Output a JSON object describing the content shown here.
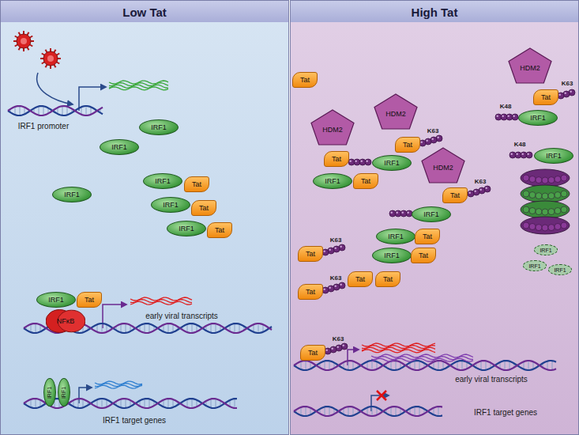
{
  "diagram": {
    "nodes": [
      {
        "text": [
          "Low Tat"
        ]
      },
      {
        "text": [
          "High Tat"
        ]
      },
      {
        "text": [
          "IRF1"
        ],
        "in": 0
      },
      {
        "text": [
          "IRF1"
        ],
        "in": 0
      },
      {
        "text": [
          "IRF1"
        ],
        "in": 0
      },
      {
        "text": [
          "Tat"
        ],
        "in": 0
      },
      {
        "text": [
          "IRF1"
        ],
        "in": 0
      },
      {
        "text": [
          "IRF1"
        ],
        "in": 0
      },
      {
        "text": [
          "Tat"
        ],
        "in": 0
      },
      {
        "text": [
          "IRF1"
        ],
        "in": 0
      },
      {
        "text": [
          "Tat"
        ],
        "in": 0
      },
      {
        "text": [
          "IRF1"
        ],
        "in": 0
      },
      {
        "text": [
          "Tat"
        ],
        "in": 0
      },
      {
        "text": [
          "NFκB"
        ],
        "in": 0
      },
      {
        "text": [
          "IRF1"
        ],
        "in": 0
      },
      {
        "text": [
          "IRF1"
        ],
        "in": 0
      },
      {
        "text": [
          "Tat"
        ],
        "in": 1
      },
      {
        "text": [
          "HDM2"
        ],
        "in": 1
      },
      {
        "text": [
          "HDM2"
        ],
        "in": 1
      },
      {
        "text": [
          "HDM2"
        ],
        "in": 1
      },
      {
        "text": [
          "Tat"
        ],
        "in": 1
      },
      {
        "text": [
          "IRF1"
        ],
        "in": 1
      },
      {
        "text": [
          "Tat"
        ],
        "in": 1
      },
      {
        "text": [
          "Tat"
        ],
        "in": 1
      },
      {
        "text": [
          "IRF1"
        ],
        "in": 1
      },
      {
        "text": [
          "IRF1"
        ],
        "in": 1
      },
      {
        "text": [
          "Tat"
        ],
        "in": 1
      },
      {
        "text": [
          "HDM2"
        ],
        "in": 1
      },
      {
        "text": [
          "Tat"
        ],
        "in": 1
      },
      {
        "text": [
          "IRF1"
        ],
        "in": 1
      },
      {
        "text": [
          "IRF1"
        ],
        "in": 1
      },
      {
        "text": [
          "IRF1"
        ],
        "in": 1
      },
      {
        "text": [
          "Tat"
        ],
        "in": 1
      },
      {
        "text": [
          "IRF1"
        ],
        "in": 1
      },
      {
        "text": [
          "Tat"
        ],
        "in": 1
      },
      {
        "text": [
          "Tat"
        ],
        "in": 1
      },
      {
        "text": [
          "Tat"
        ],
        "in": 1
      },
      {
        "text": [
          "Tat"
        ],
        "in": 1
      },
      {
        "text": [
          "Tat"
        ],
        "in": 1
      },
      {
        "text": [
          "IRF1"
        ],
        "in": 1
      },
      {
        "text": [
          "IRF1"
        ],
        "in": 1
      },
      {
        "text": [
          "IRF1"
        ],
        "in": 1
      },
      {
        "text": [
          "Tat"
        ],
        "in": 1
      }
    ],
    "labels": [
      "IRF1 promoter",
      "early viral transcripts",
      "IRF1 target genes",
      "K63",
      "K63",
      "K48",
      "K63",
      "K48",
      "K63",
      "K63",
      "K63",
      "early viral transcripts",
      "IRF1 target genes"
    ]
  }
}
